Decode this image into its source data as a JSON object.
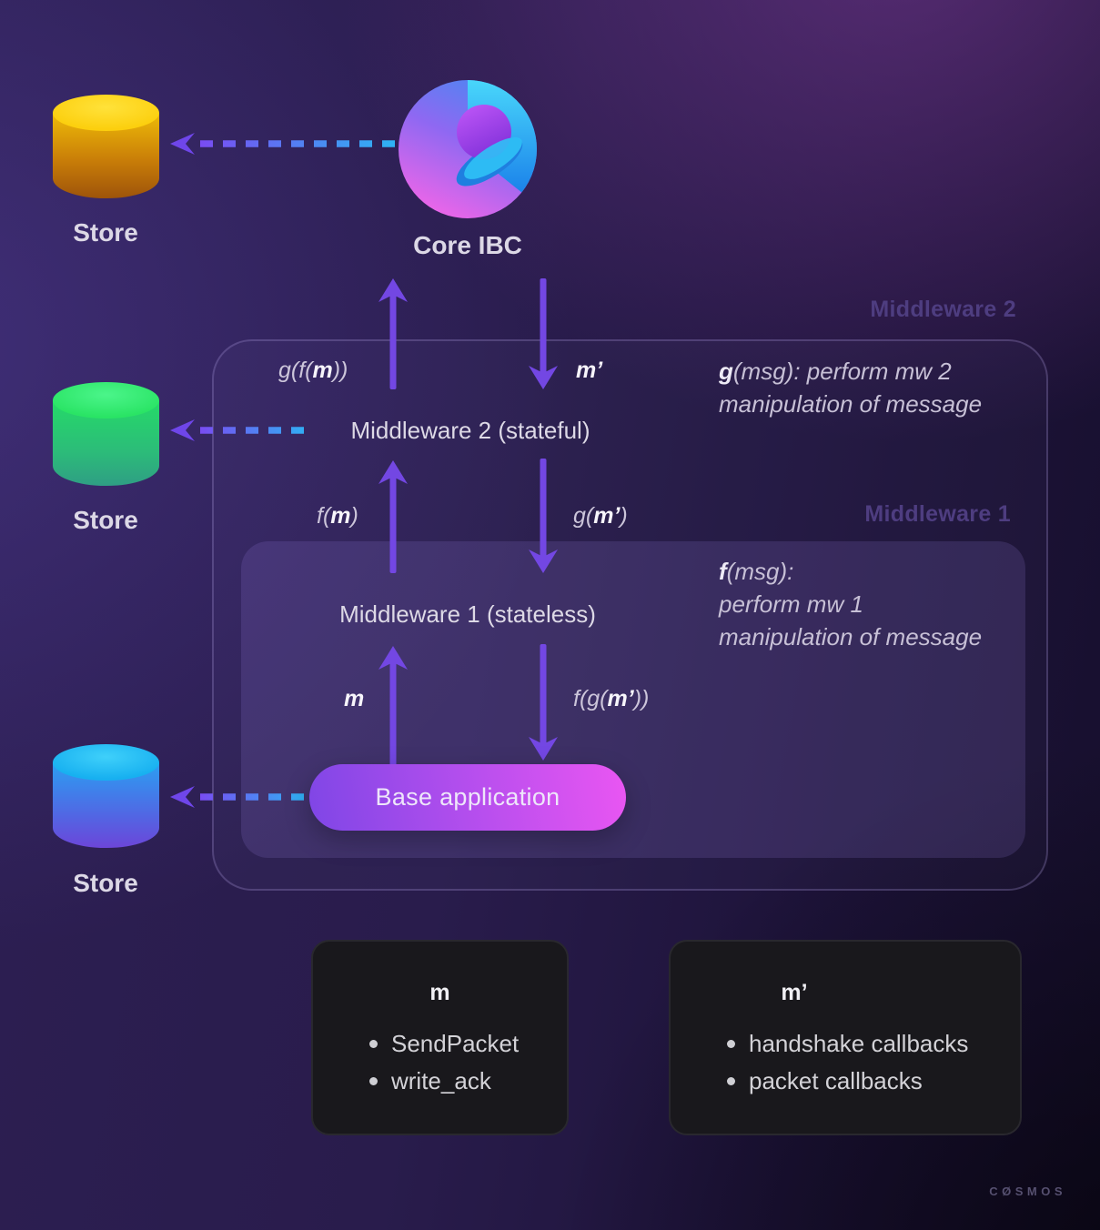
{
  "colors": {
    "accent_arrow_purple": "#7347e3",
    "dash_gradient_purple": "#7a4bf2",
    "dash_gradient_cyan": "#2cb5f4",
    "pill_gradient_start": "#7f46e6",
    "pill_gradient_end": "#ea56f2",
    "store_yellow": "#fccf0e",
    "store_green": "#2ae465",
    "store_blue": "#17b0f0",
    "background_purple": "#2d1f53"
  },
  "nodes": {
    "core_ibc": {
      "label": "Core IBC"
    },
    "stores": [
      {
        "label": "Store"
      },
      {
        "label": "Store"
      },
      {
        "label": "Store"
      }
    ],
    "middleware2": {
      "corner_label": "Middleware 2",
      "title": "Middleware 2 (stateful)",
      "annotation": {
        "bold": "g",
        "line1_rest": "(msg): perform mw 2",
        "line2": "manipulation of message"
      }
    },
    "middleware1": {
      "corner_label": "Middleware 1",
      "title": "Middleware 1 (stateless)",
      "annotation": {
        "bold": "f",
        "line1_rest": "(msg):",
        "line2": "perform mw 1",
        "line3": "manipulation of message"
      }
    },
    "base_application": {
      "label": "Base application"
    }
  },
  "flow_labels": {
    "up_mw2": {
      "pre": "g(f(",
      "bold": "m",
      "post": "))"
    },
    "down_mw2": {
      "pre": "",
      "bold": "m’",
      "post": ""
    },
    "up_mw1": {
      "pre": "f(",
      "bold": "m",
      "post": ")"
    },
    "down_mw1": {
      "pre": "g(",
      "bold": "m’",
      "post": ")"
    },
    "up_base": {
      "pre": "",
      "bold": "m",
      "post": ""
    },
    "down_base": {
      "pre": "f(g(",
      "bold": "m’",
      "post": "))"
    }
  },
  "legend_boxes": [
    {
      "heading": "m",
      "items": [
        "SendPacket",
        "write_ack"
      ]
    },
    {
      "heading": "m’",
      "items": [
        "handshake callbacks",
        "packet callbacks"
      ]
    }
  ],
  "footer": {
    "wordmark": "CØSMOS"
  }
}
